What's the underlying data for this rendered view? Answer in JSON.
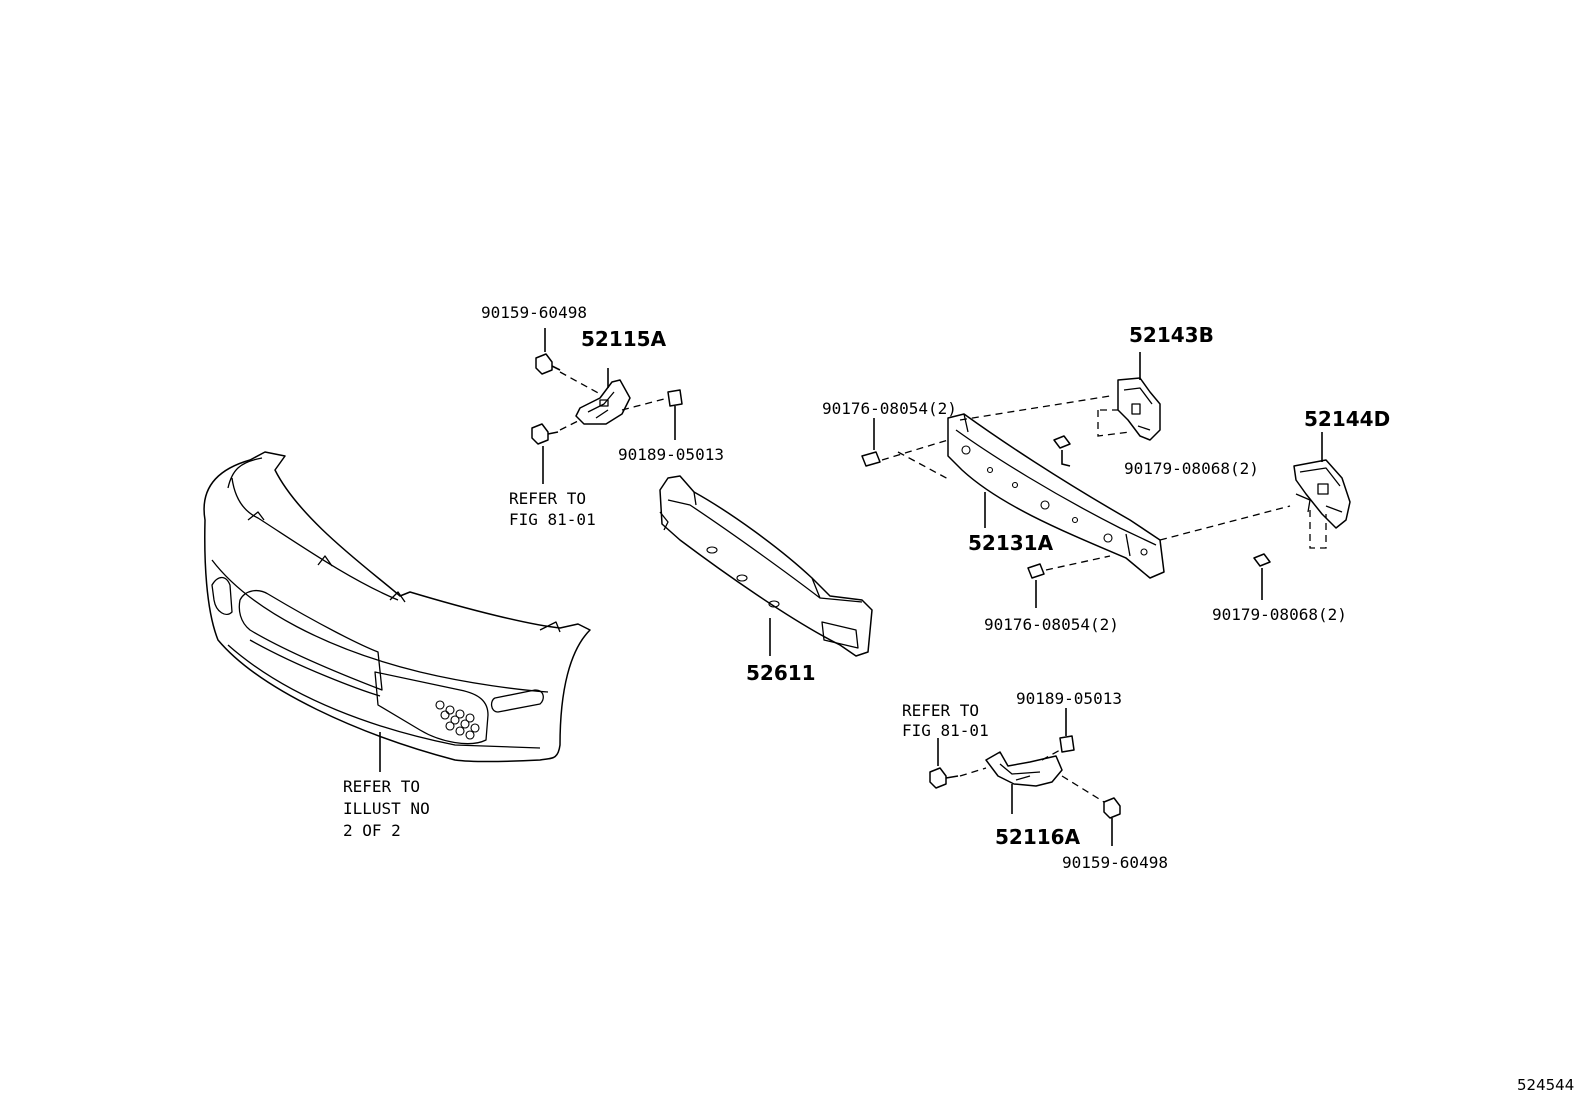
{
  "diagram": {
    "labels": {
      "bolt_top_left": "90159-60498",
      "retainer_left": "52115A",
      "nut_top_left": "90189-05013",
      "refer_left_line1": "REFER TO",
      "refer_left_line2": "FIG 81-01",
      "bumper_refer_line1": "REFER TO",
      "bumper_refer_line2": "ILLUST NO",
      "bumper_refer_line3": "2 OF 2",
      "absorber": "52611",
      "clip_upper": "90176-08054(2)",
      "reinforcement": "52131A",
      "clip_lower": "90176-08054(2)",
      "bracket_upper": "52143B",
      "nut_upper": "90179-08068(2)",
      "bracket_right": "52144D",
      "nut_right": "90179-08068(2)",
      "refer_right_line1": "REFER TO",
      "refer_right_line2": "FIG 81-01",
      "nut_lower_right": "90189-05013",
      "retainer_right": "52116A",
      "bolt_lower_right": "90159-60498",
      "illustration_id": "524544"
    }
  }
}
